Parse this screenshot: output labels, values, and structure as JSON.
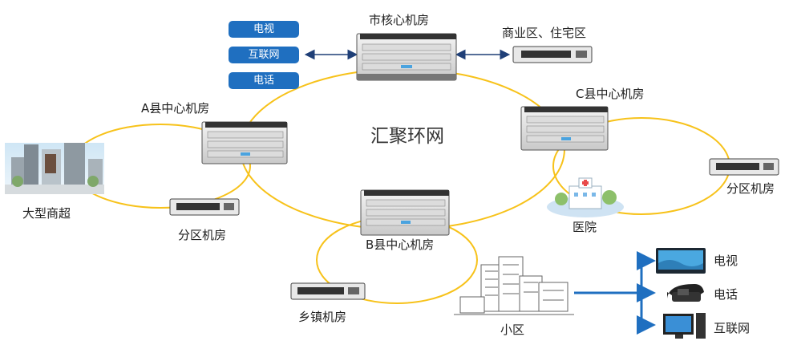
{
  "ring_title": "汇聚环网",
  "core": {
    "label": "市核心机房",
    "services": [
      "电视",
      "互联网",
      "电话"
    ],
    "peer_label": "商业区、住宅区"
  },
  "county_a": {
    "label": "A县中心机房",
    "mall_label": "大型商超",
    "branch_label": "分区机房"
  },
  "county_b": {
    "label": "B县中心机房",
    "town_label": "乡镇机房",
    "community_label": "小区"
  },
  "county_c": {
    "label": "C县中心机房",
    "branch_label": "分区机房",
    "hospital_label": "医院"
  },
  "endpoints": [
    "电视",
    "电话",
    "互联网"
  ],
  "colors": {
    "ring": "#f7c21a",
    "link_arrow": "#1f3f77",
    "service_box": "#1f6fc0",
    "endpoint_arrow": "#1f6fc0"
  }
}
